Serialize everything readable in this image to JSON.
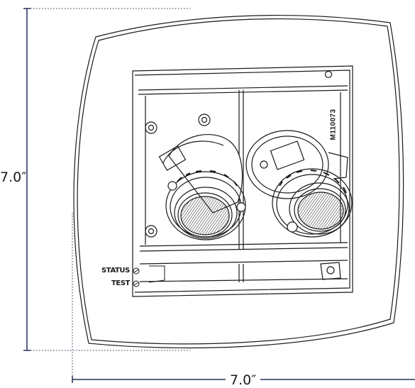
{
  "dimensions": {
    "height_label": "7.0″",
    "width_label": "7.0″"
  },
  "indicators": {
    "status_label": "STATUS",
    "test_label": "TEST"
  },
  "model_number": "M110073",
  "colors": {
    "dimension_line": "#25305a",
    "outline": "#1a1a1a",
    "lens_hatch": "#555555"
  }
}
